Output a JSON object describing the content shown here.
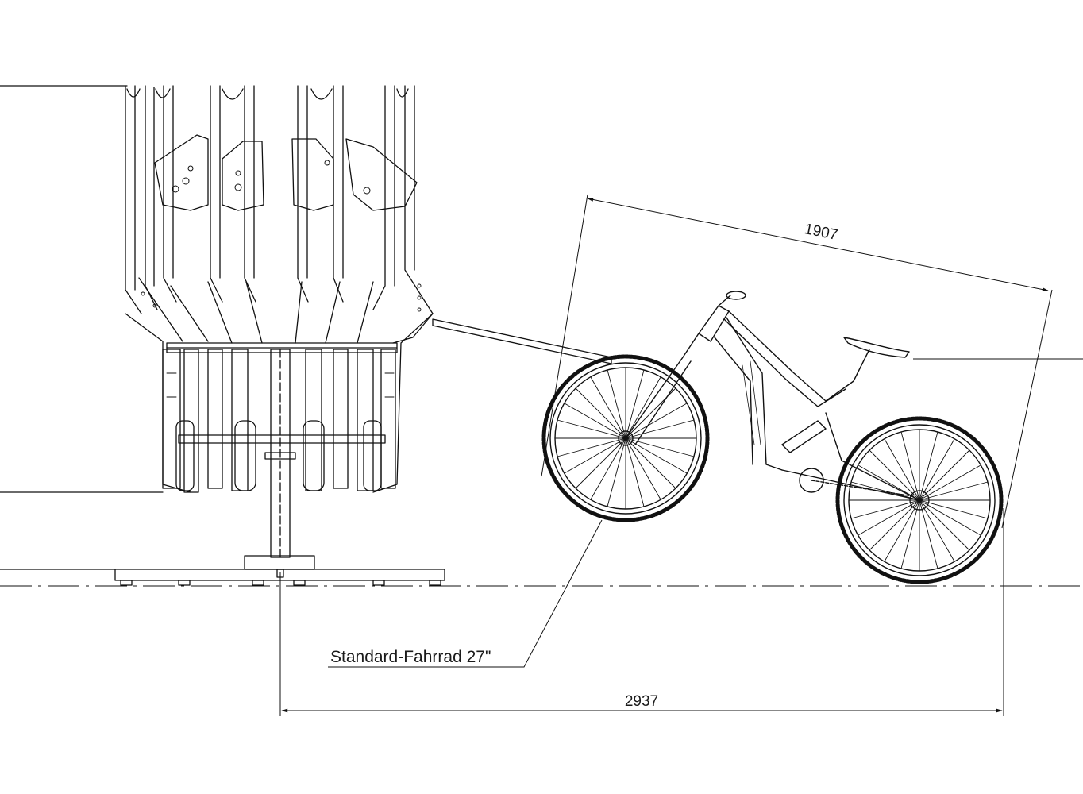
{
  "dimensions": {
    "bike_length": "1907",
    "total_length": "2937"
  },
  "callout": {
    "label": "Standard-Fahrrad 27\""
  },
  "colors": {
    "line": "#111111",
    "background": "#ffffff"
  }
}
